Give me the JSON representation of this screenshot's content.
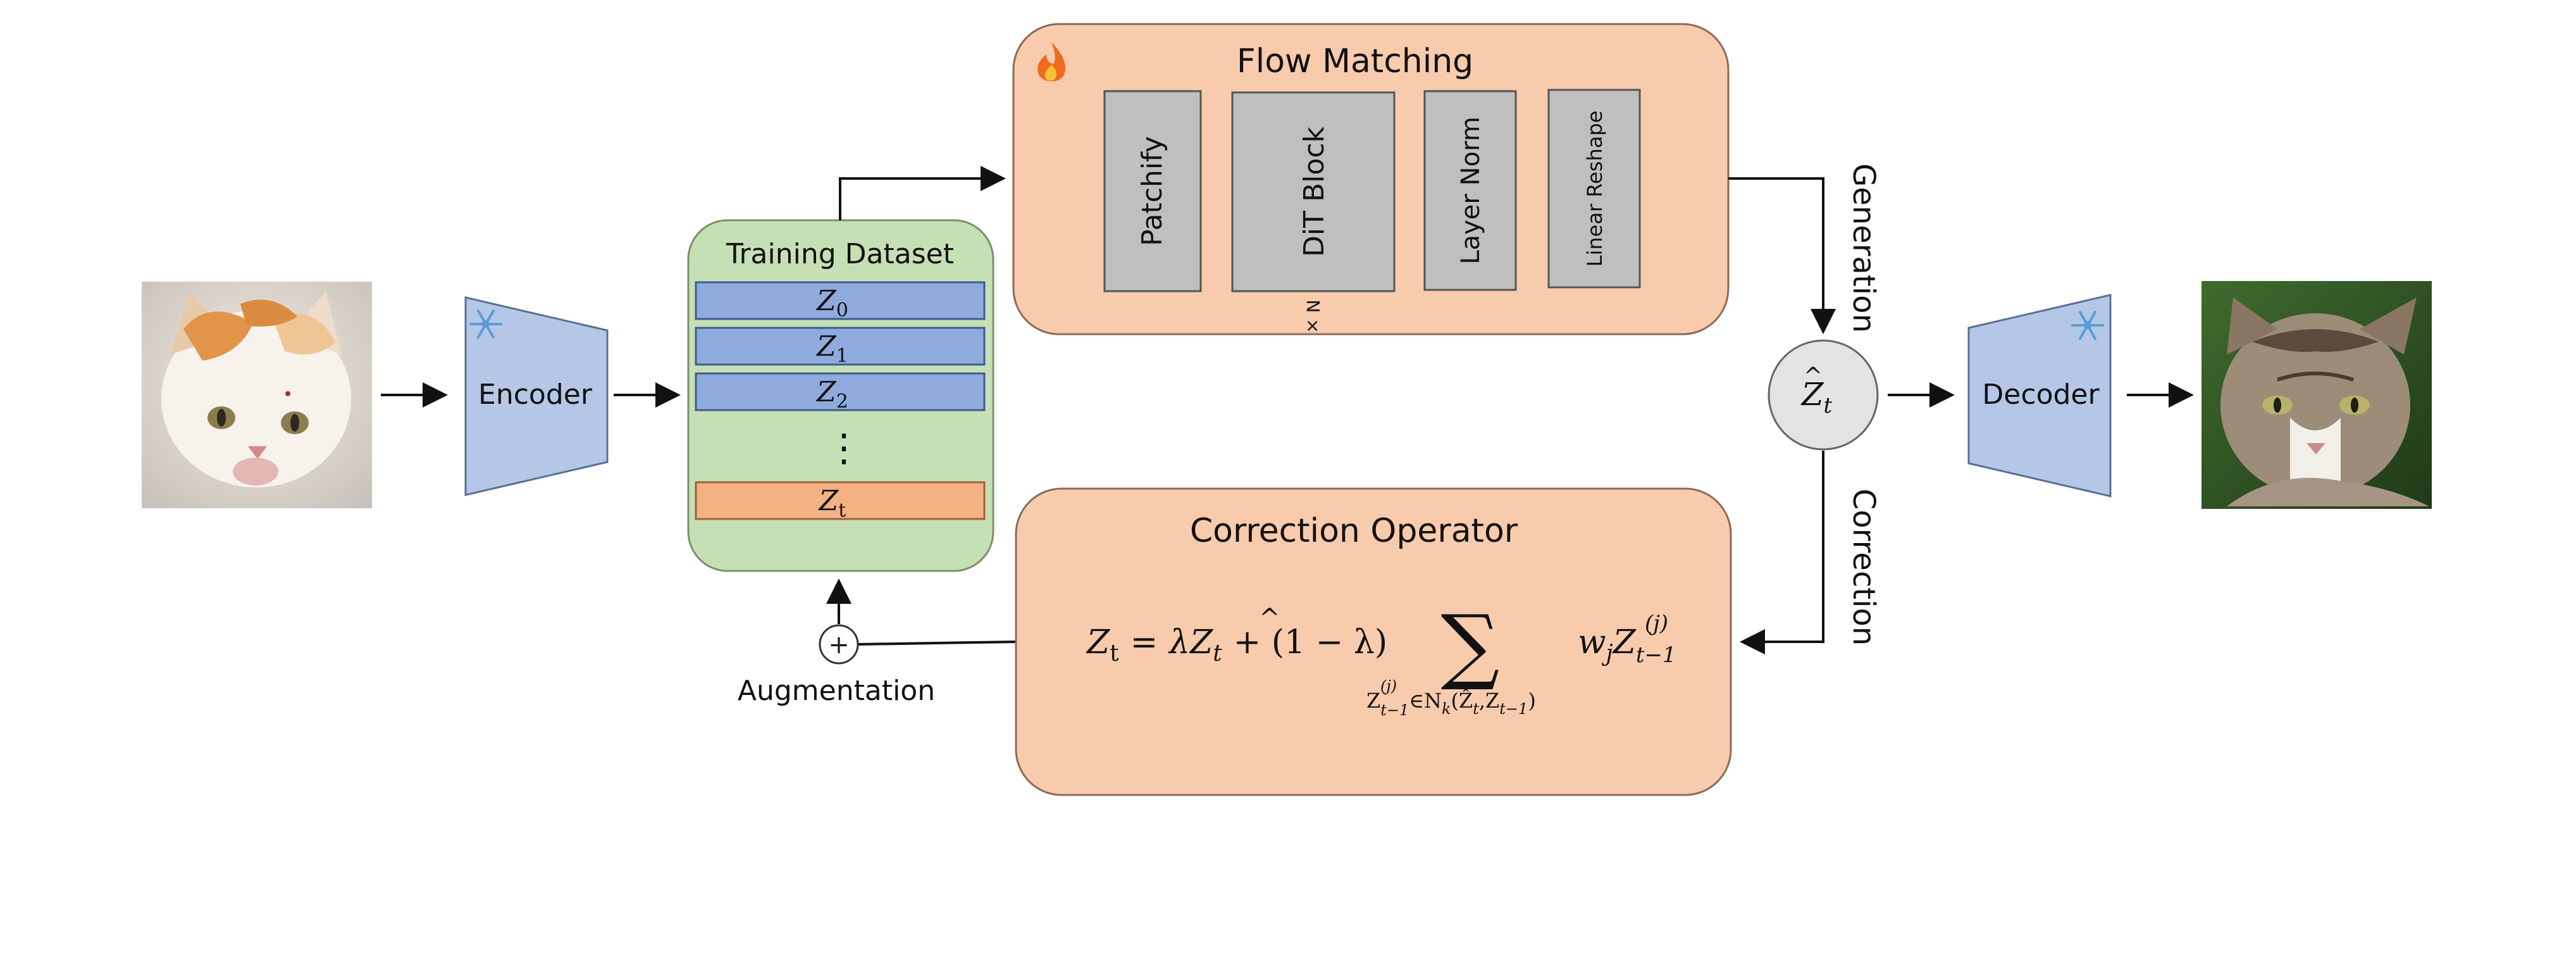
{
  "input_image": {
    "description": "input-cat-image"
  },
  "output_image": {
    "description": "output-cat-image"
  },
  "encoder": {
    "label": "Encoder",
    "frozen_icon": "snowflake-icon"
  },
  "decoder": {
    "label": "Decoder",
    "frozen_icon": "snowflake-icon"
  },
  "training_dataset": {
    "title": "Training Dataset",
    "items": [
      {
        "var": "Z",
        "sub": "0"
      },
      {
        "var": "Z",
        "sub": "1"
      },
      {
        "var": "Z",
        "sub": "2"
      }
    ],
    "ellipsis": "⋮",
    "last_item": {
      "var": "Z",
      "sub": "t"
    }
  },
  "flow_matching": {
    "title": "Flow Matching",
    "trainable_icon": "fire-icon",
    "blocks": [
      "Patchify",
      "DiT Block",
      "Layer Norm",
      "Linear Reshape"
    ],
    "repeat_label": "N ×"
  },
  "latent_node": {
    "var": "Z",
    "hat": "^",
    "sub": "t"
  },
  "edges": {
    "generation_label": "Generation",
    "correction_label": "Correction",
    "augmentation_label": "Augmentation",
    "plus_symbol": "+"
  },
  "correction_operator": {
    "title": "Correction Operator",
    "equation": {
      "lhs_var": "Z",
      "lhs_sub": "t",
      "equals": "=",
      "lambda": "λ",
      "hat_var": "Z",
      "hat_sub": "t",
      "plus_one_minus_lambda": "+ (1 − λ)",
      "sum_symbol": "∑",
      "sum_index": "Z",
      "sum_index_sup": "(j)",
      "sum_index_sub": "t−1",
      "sum_index_set": "∈N",
      "sum_set_sub": "k",
      "sum_set_args": "(Ẑ",
      "sum_set_args_sub1": "t",
      "sum_set_args_mid": ",Z",
      "sum_set_args_sub2": "t−1",
      "sum_set_args_close": ")",
      "weight_var": "w",
      "weight_sub": "j",
      "term_var": "Z",
      "term_sup": "(j)",
      "term_sub": "t−1"
    }
  },
  "colors": {
    "orange_box": "#F8CBAD",
    "green_box": "#C5E0B4",
    "blue_trapezoid": "#B4C7E7",
    "blue_item": "#8FAADC",
    "orange_item": "#F4B183",
    "gray_block": "#BFBFBF",
    "gray_node": "#E3E3E3"
  }
}
